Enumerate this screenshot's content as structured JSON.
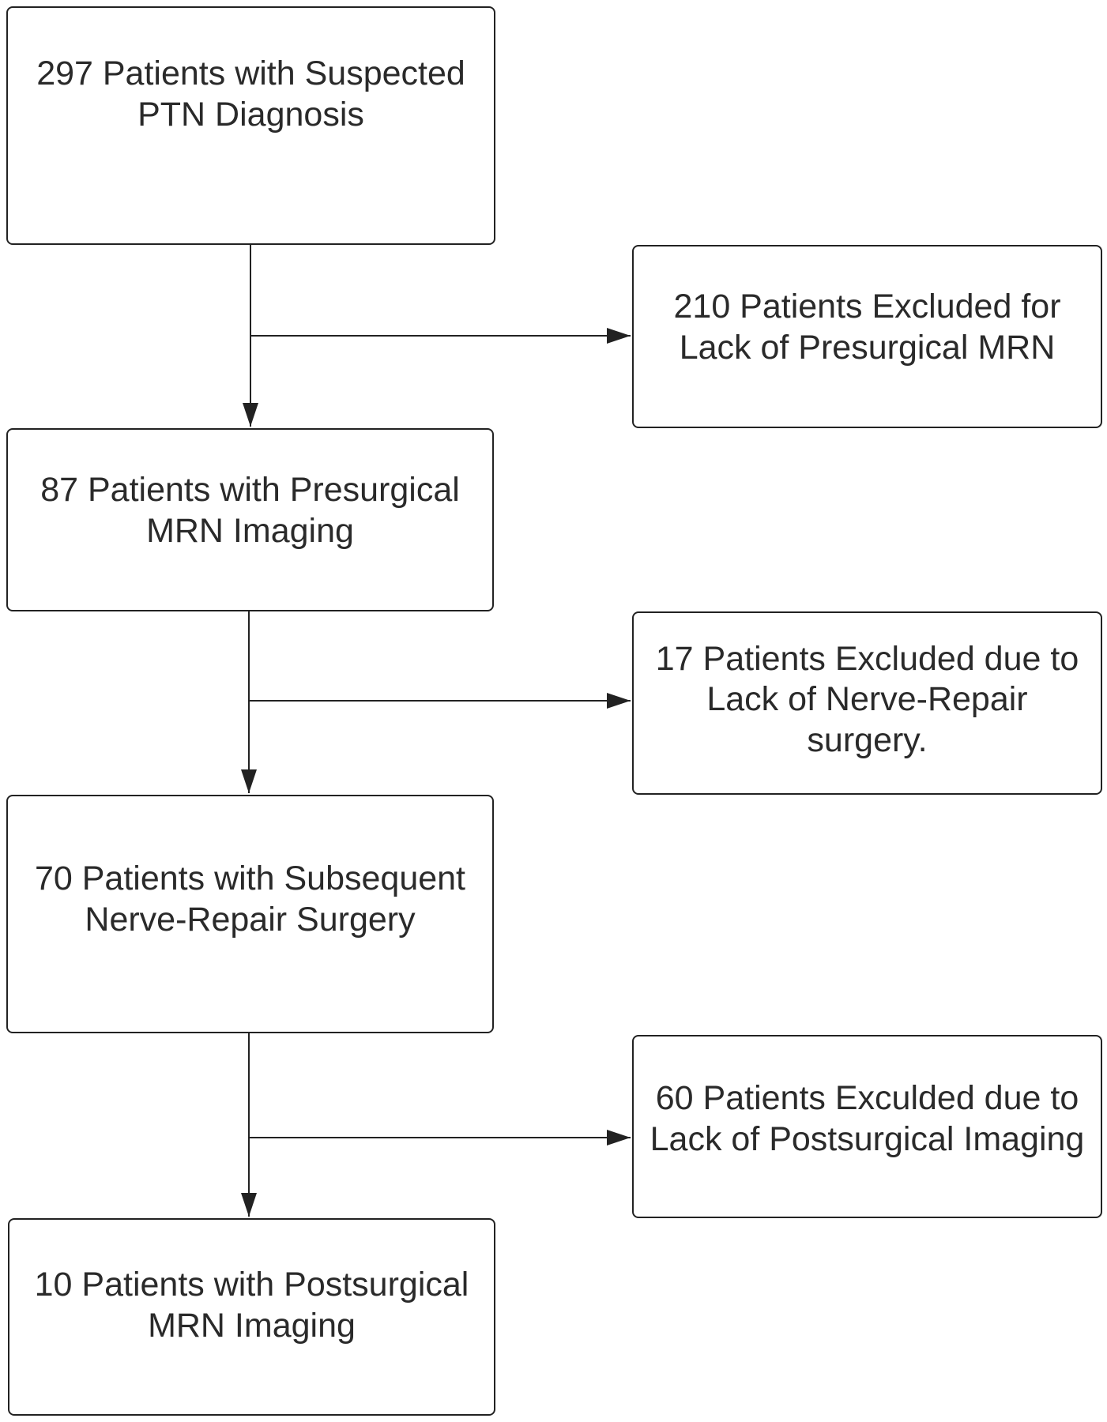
{
  "flowchart": {
    "main_steps": [
      {
        "label": "297 Patients with Suspected\nPTN Diagnosis"
      },
      {
        "label": "87 Patients with Presurgical\nMRN Imaging"
      },
      {
        "label": "70 Patients with Subsequent\nNerve-Repair Surgery"
      },
      {
        "label": "10 Patients with Postsurgical\nMRN Imaging"
      }
    ],
    "exclusions": [
      {
        "label": "210 Patients Excluded for\nLack of Presurgical MRN"
      },
      {
        "label": "17 Patients Excluded due to\nLack of Nerve-Repair\nsurgery."
      },
      {
        "label": "60 Patients Exculded due to\nLack of Postsurgical Imaging"
      }
    ]
  },
  "colors": {
    "line": "#222222",
    "text": "#2a2a2a",
    "background": "#ffffff"
  }
}
